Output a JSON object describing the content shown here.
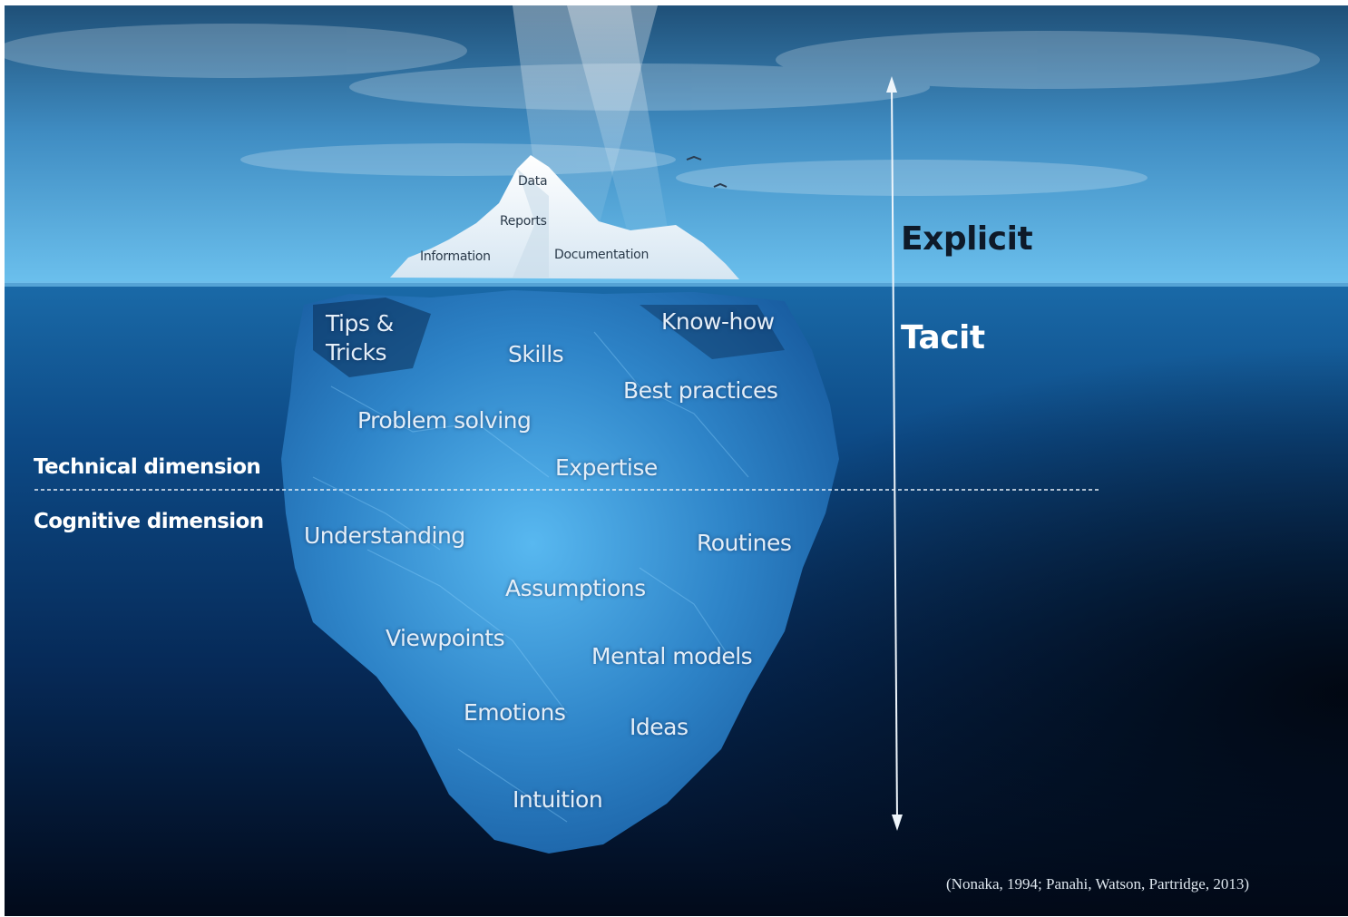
{
  "tip_labels": [
    "Data",
    "Reports",
    "Information",
    "Documentation"
  ],
  "underwater_labels": [
    "Tips &\nTricks",
    "Skills",
    "Know-how",
    "Best practices",
    "Problem solving",
    "Expertise",
    "Understanding",
    "Routines",
    "Assumptions",
    "Viewpoints",
    "Mental models",
    "Emotions",
    "Ideas",
    "Intuition"
  ],
  "axis": {
    "top_label": "Explicit",
    "bottom_label": "Tacit"
  },
  "dimensions": {
    "technical": "Technical dimension",
    "cognitive": "Cognitive dimension"
  },
  "citation": "(Nonaka, 1994; Panahi, Watson, Partridge, 2013)",
  "colors": {
    "sky_top": "#1d4f7a",
    "sky_bottom": "#5ab4e6",
    "water_top": "#1a6aa8",
    "water_bottom": "#020c1c",
    "ice_tip": "#f4f9fd",
    "ice_underwater": "#3d9ee0"
  }
}
